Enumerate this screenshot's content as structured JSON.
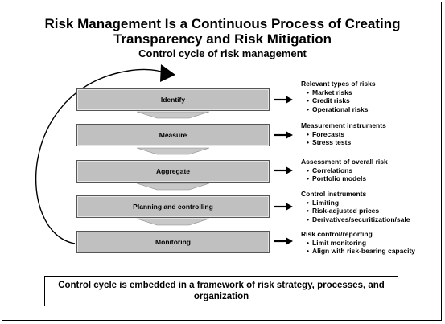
{
  "title": {
    "line1": "Risk Management Is a Continuous Process of Creating",
    "line2": "Transparency and Risk Mitigation"
  },
  "subtitle": "Control cycle of risk management",
  "steps": [
    {
      "label": "Identify"
    },
    {
      "label": "Measure"
    },
    {
      "label": "Aggregate"
    },
    {
      "label": "Planning and controlling"
    },
    {
      "label": "Monitoring"
    }
  ],
  "details": [
    {
      "heading": "Relevant types of risks",
      "items": [
        "Market risks",
        "Credit risks",
        "Operational risks"
      ]
    },
    {
      "heading": "Measurement instruments",
      "items": [
        "Forecasts",
        "Stress tests"
      ]
    },
    {
      "heading": "Assessment of overall risk",
      "items": [
        "Correlations",
        "Portfolio models"
      ]
    },
    {
      "heading": "Control instruments",
      "items": [
        "Limiting",
        "Risk-adjusted prices",
        "Derivatives/securitization/sale"
      ]
    },
    {
      "heading": "Risk control/reporting",
      "items": [
        "Limit monitoring",
        "Align with risk-bearing capacity"
      ]
    }
  ],
  "footer": {
    "line1": "Control cycle is embedded in a framework of risk strategy, processes, and",
    "line2": "organization"
  },
  "colors": {
    "step_fill": "#c0c0c0",
    "border": "#000000"
  }
}
